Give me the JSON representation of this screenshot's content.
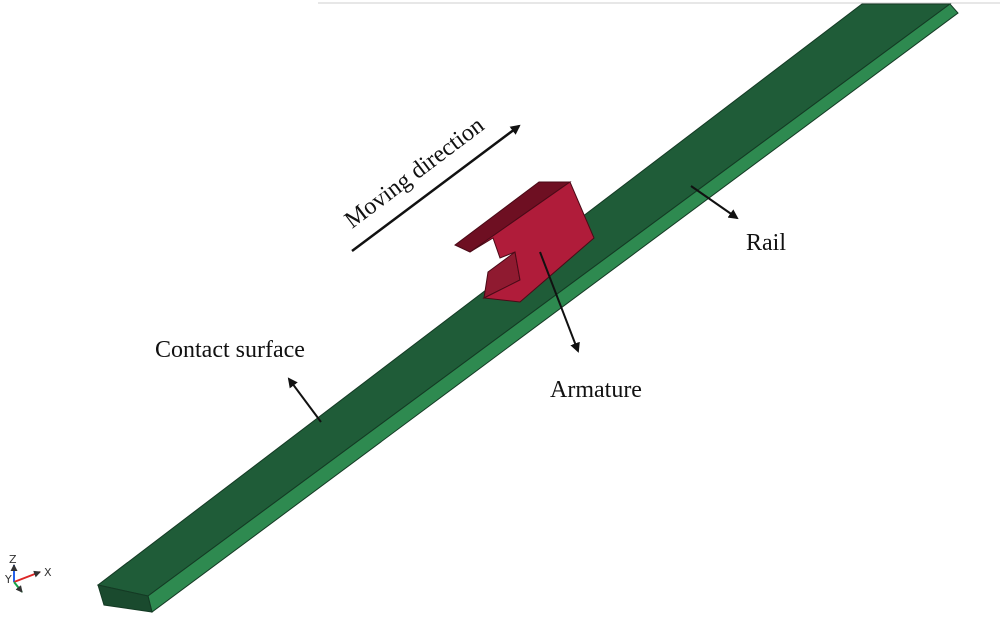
{
  "labels": {
    "moving_direction": "Moving direction",
    "rail": "Rail",
    "armature": "Armature",
    "contact_surface": "Contact surface"
  },
  "triad": {
    "z": "Z",
    "y": "Y",
    "x": "X"
  },
  "colors": {
    "rail_top": "#1f5c38",
    "rail_side": "#2e8a50",
    "rail_end": "#1a4a2e",
    "armature_front": "#b01c3a",
    "armature_dark": "#6e0f22",
    "armature_mid": "#8f1a30",
    "axis_z": "#2563eb",
    "axis_x": "#dc2626",
    "axis_y": "#16a34a"
  }
}
